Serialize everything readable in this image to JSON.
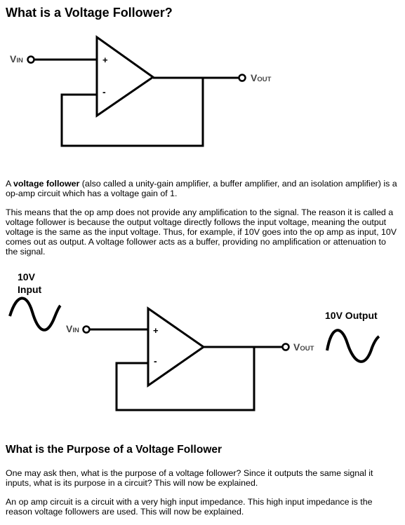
{
  "title": "What is a Voltage Follower?",
  "diagram1": {
    "vin_main": "V",
    "vin_sub": "IN",
    "vout_main": "V",
    "vout_sub": "OUT",
    "plus": "+",
    "minus": "-"
  },
  "paragraph1": {
    "prefix": "A ",
    "bold": "voltage follower",
    "rest": " (also called a unity-gain amplifier, a buffer amplifier, and an isolation amplifier) is a op-amp circuit which has a voltage gain of 1."
  },
  "paragraph2": "This means that the op amp does not provide any amplification to the signal. The reason it is called a voltage follower is because the output voltage directly follows the input voltage, meaning the output voltage is the same as the input voltage. Thus, for example, if 10V goes into the op amp as input, 10V comes out as output. A voltage follower acts as a buffer, providing no amplification or attenuation to the signal.",
  "diagram2": {
    "input_line1": "10V",
    "input_line2": "Input",
    "output_label": "10V Output",
    "vin_main": "V",
    "vin_sub": "IN",
    "vout_main": "V",
    "vout_sub": "OUT",
    "plus": "+",
    "minus": "-"
  },
  "subtitle": "What is the Purpose of a Voltage Follower",
  "paragraph3": "One may ask then, what is the purpose of a voltage follower? Since it outputs the same signal it inputs, what is its purpose in a circuit? This will now be explained.",
  "paragraph4": "An op amp circuit is a circuit with a very high input impedance. This high input impedance is the reason voltage followers are used. This will now be explained."
}
